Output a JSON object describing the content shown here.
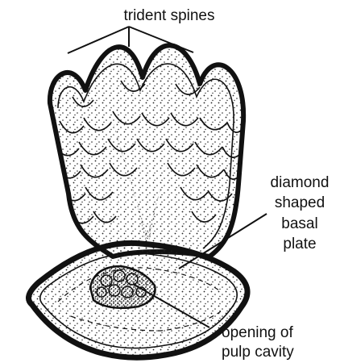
{
  "labels": {
    "spines": "trident spines",
    "plate_1": "diamond",
    "plate_2": "shaped",
    "plate_3": "basal",
    "plate_4": "plate",
    "pulp_1": "opening of",
    "pulp_2": "pulp cavity"
  },
  "colors": {
    "ink": "#111111",
    "paper": "#ffffff"
  }
}
